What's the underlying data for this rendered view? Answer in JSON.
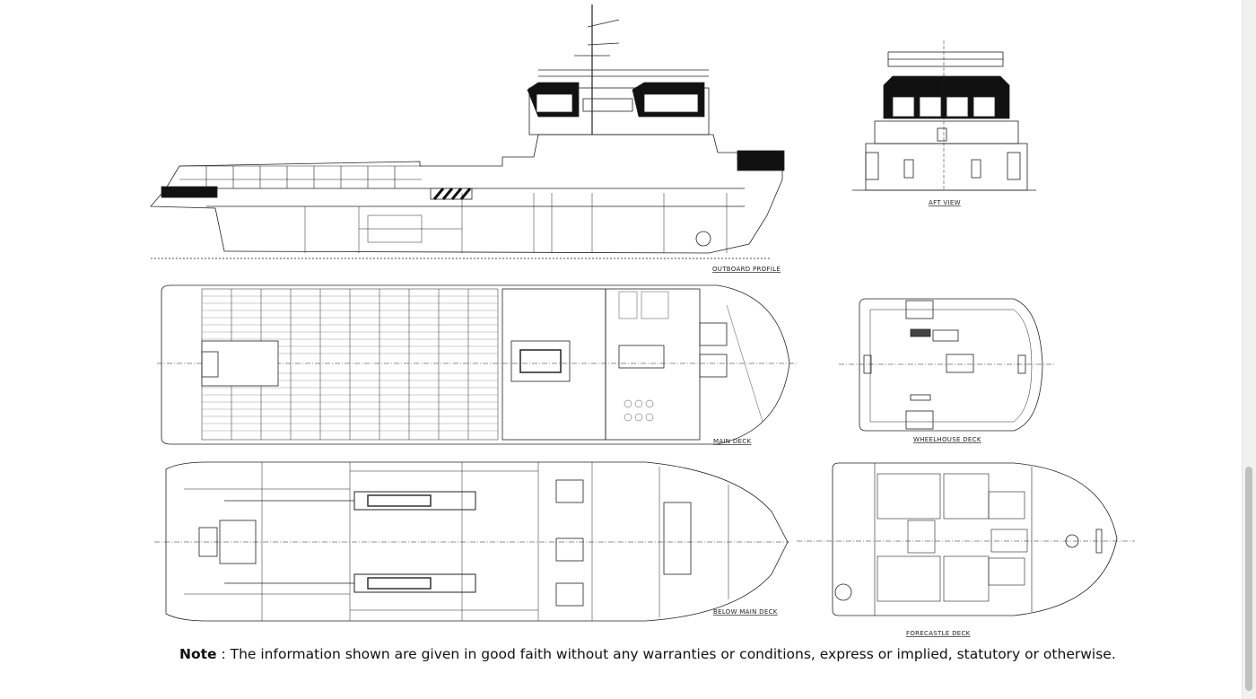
{
  "views": {
    "outboard_profile": "OUTBOARD PROFILE",
    "aft_view": "AFT VIEW",
    "main_deck": "MAIN DECK",
    "wheelhouse_deck": "WHEELHOUSE DECK",
    "below_main_deck": "BELOW MAIN DECK",
    "forecastle_deck": "FORECASTLE DECK"
  },
  "note": {
    "label": "Note",
    "text": " : The information shown are given in good faith without any warranties or conditions, express or implied, statutory or otherwise."
  }
}
